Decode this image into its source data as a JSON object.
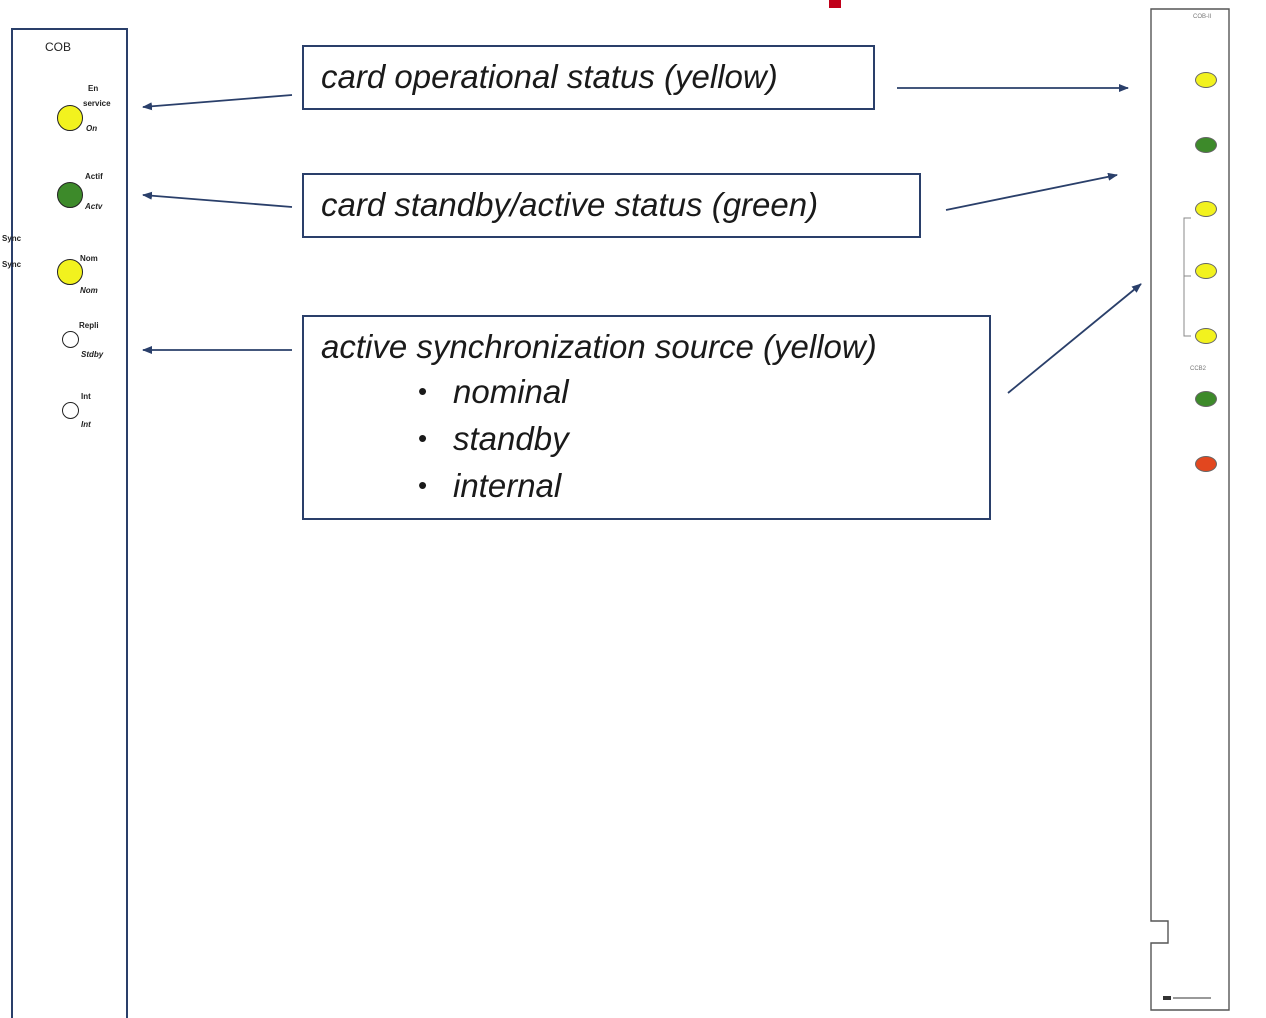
{
  "colors": {
    "yellow": "#f2f21e",
    "green": "#3d8a2a",
    "red": "#e2471f",
    "navy": "#2a3f6a"
  },
  "left_card": {
    "title": "COB",
    "led_service": {
      "label_top_1": "En",
      "label_top_2": "service",
      "label_bottom": "On",
      "color": "yellow"
    },
    "led_active": {
      "label_top": "Actif",
      "label_bottom": "Actv",
      "color": "green"
    },
    "sync_labels": [
      "Sync",
      "Sync"
    ],
    "led_nominal": {
      "label_top": "Nom",
      "label_bottom": "Nom",
      "color": "yellow"
    },
    "led_standby": {
      "label_top": "Repli",
      "label_bottom": "Stdby",
      "color": "off"
    },
    "led_internal": {
      "label_top": "Int",
      "label_bottom": "Int",
      "color": "off"
    }
  },
  "callouts": {
    "operational": "card operational status (yellow)",
    "standby_active": "card standby/active status (green)",
    "sync_source": {
      "title": "active synchronization source (yellow)",
      "items": [
        "nominal",
        "standby",
        "internal"
      ]
    }
  },
  "right_card": {
    "title": "COB-II",
    "section_label": "CCB2"
  }
}
